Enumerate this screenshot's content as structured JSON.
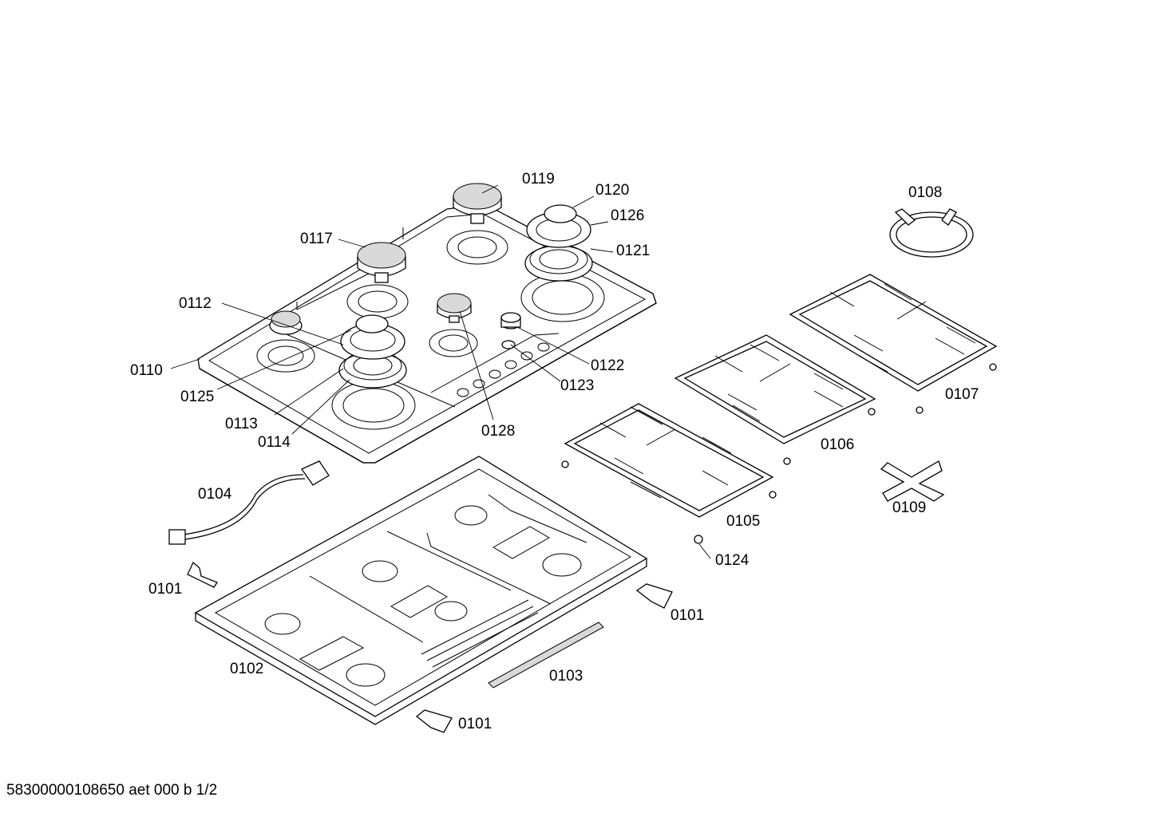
{
  "diagram": {
    "labels": {
      "p0101a": "0101",
      "p0101b": "0101",
      "p0101c": "0101",
      "p0102": "0102",
      "p0103": "0103",
      "p0104": "0104",
      "p0105": "0105",
      "p0106": "0106",
      "p0107": "0107",
      "p0108": "0108",
      "p0109": "0109",
      "p0110": "0110",
      "p0112": "0112",
      "p0113": "0113",
      "p0114": "0114",
      "p0117": "0117",
      "p0119": "0119",
      "p0120": "0120",
      "p0121": "0121",
      "p0122": "0122",
      "p0123": "0123",
      "p0124": "0124",
      "p0125": "0125",
      "p0126": "0126",
      "p0128": "0128"
    }
  },
  "footer": {
    "doc_id": "58300000108650 aet 000 b 1/2"
  }
}
